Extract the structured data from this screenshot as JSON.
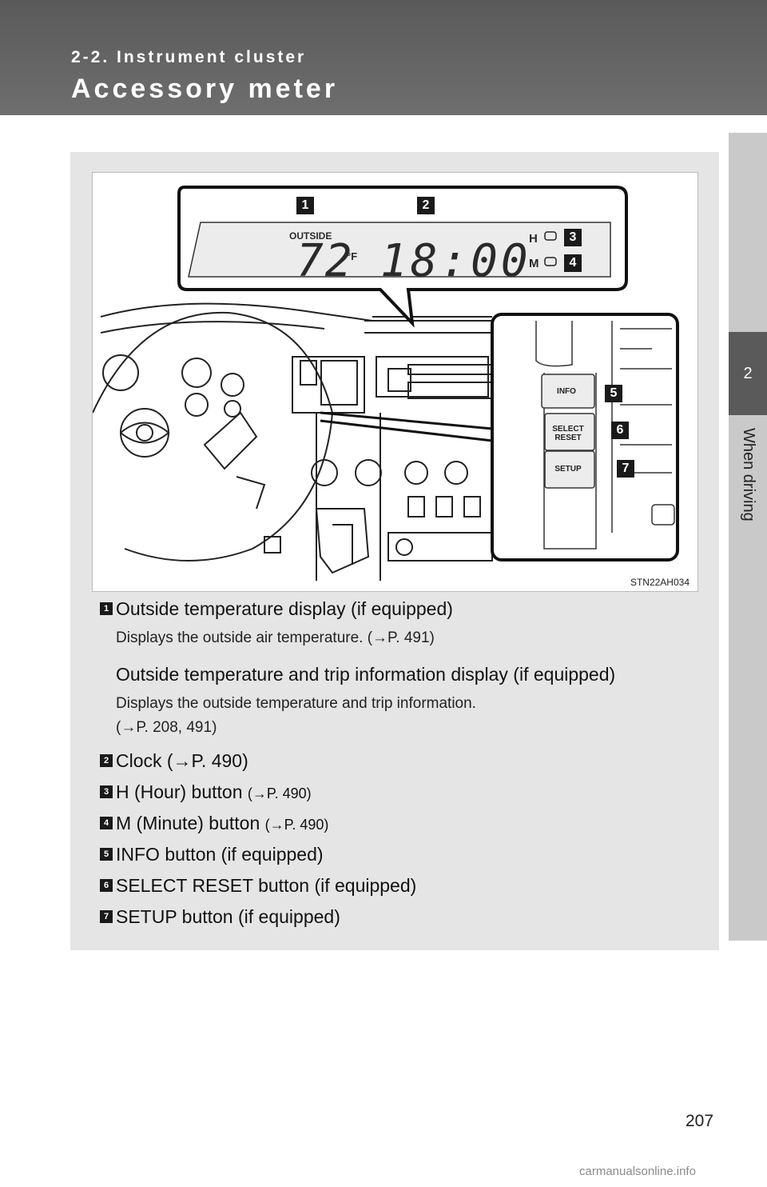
{
  "header": {
    "section": "2-2. Instrument cluster",
    "title": "Accessory meter"
  },
  "side_tab": {
    "number": "2",
    "label": "When driving"
  },
  "figure": {
    "code": "STN22AH034",
    "display": {
      "outside_label": "OUTSIDE",
      "temperature": "72",
      "unit": "°F",
      "clock": "18:00",
      "hour_label": "H",
      "minute_label": "M"
    },
    "buttons": {
      "info": "INFO",
      "select": "SELECT",
      "reset": "RESET",
      "setup": "SETUP"
    },
    "callouts": [
      "1",
      "2",
      "3",
      "4",
      "5",
      "6",
      "7"
    ]
  },
  "items": [
    {
      "num": "1",
      "text": "Outside temperature display (if equipped)",
      "sub": "Displays the outside air temperature. (→P. 491)"
    },
    {
      "text": "Outside temperature and trip information display (if equipped)",
      "sub1": "Displays the outside temperature and trip information.",
      "sub2": "(→P. 208, 491)"
    },
    {
      "num": "2",
      "text": "Clock (→P. 490)"
    },
    {
      "num": "3",
      "text": "H (Hour) button ",
      "ref": "(→P. 490)"
    },
    {
      "num": "4",
      "text": "M (Minute) button ",
      "ref": "(→P. 490)"
    },
    {
      "num": "5",
      "text": "INFO button (if equipped)"
    },
    {
      "num": "6",
      "text": "SELECT RESET button (if equipped)"
    },
    {
      "num": "7",
      "text": "SETUP button (if equipped)"
    }
  ],
  "footer": {
    "page_number": "207",
    "watermark": "carmanualsonline.info"
  }
}
